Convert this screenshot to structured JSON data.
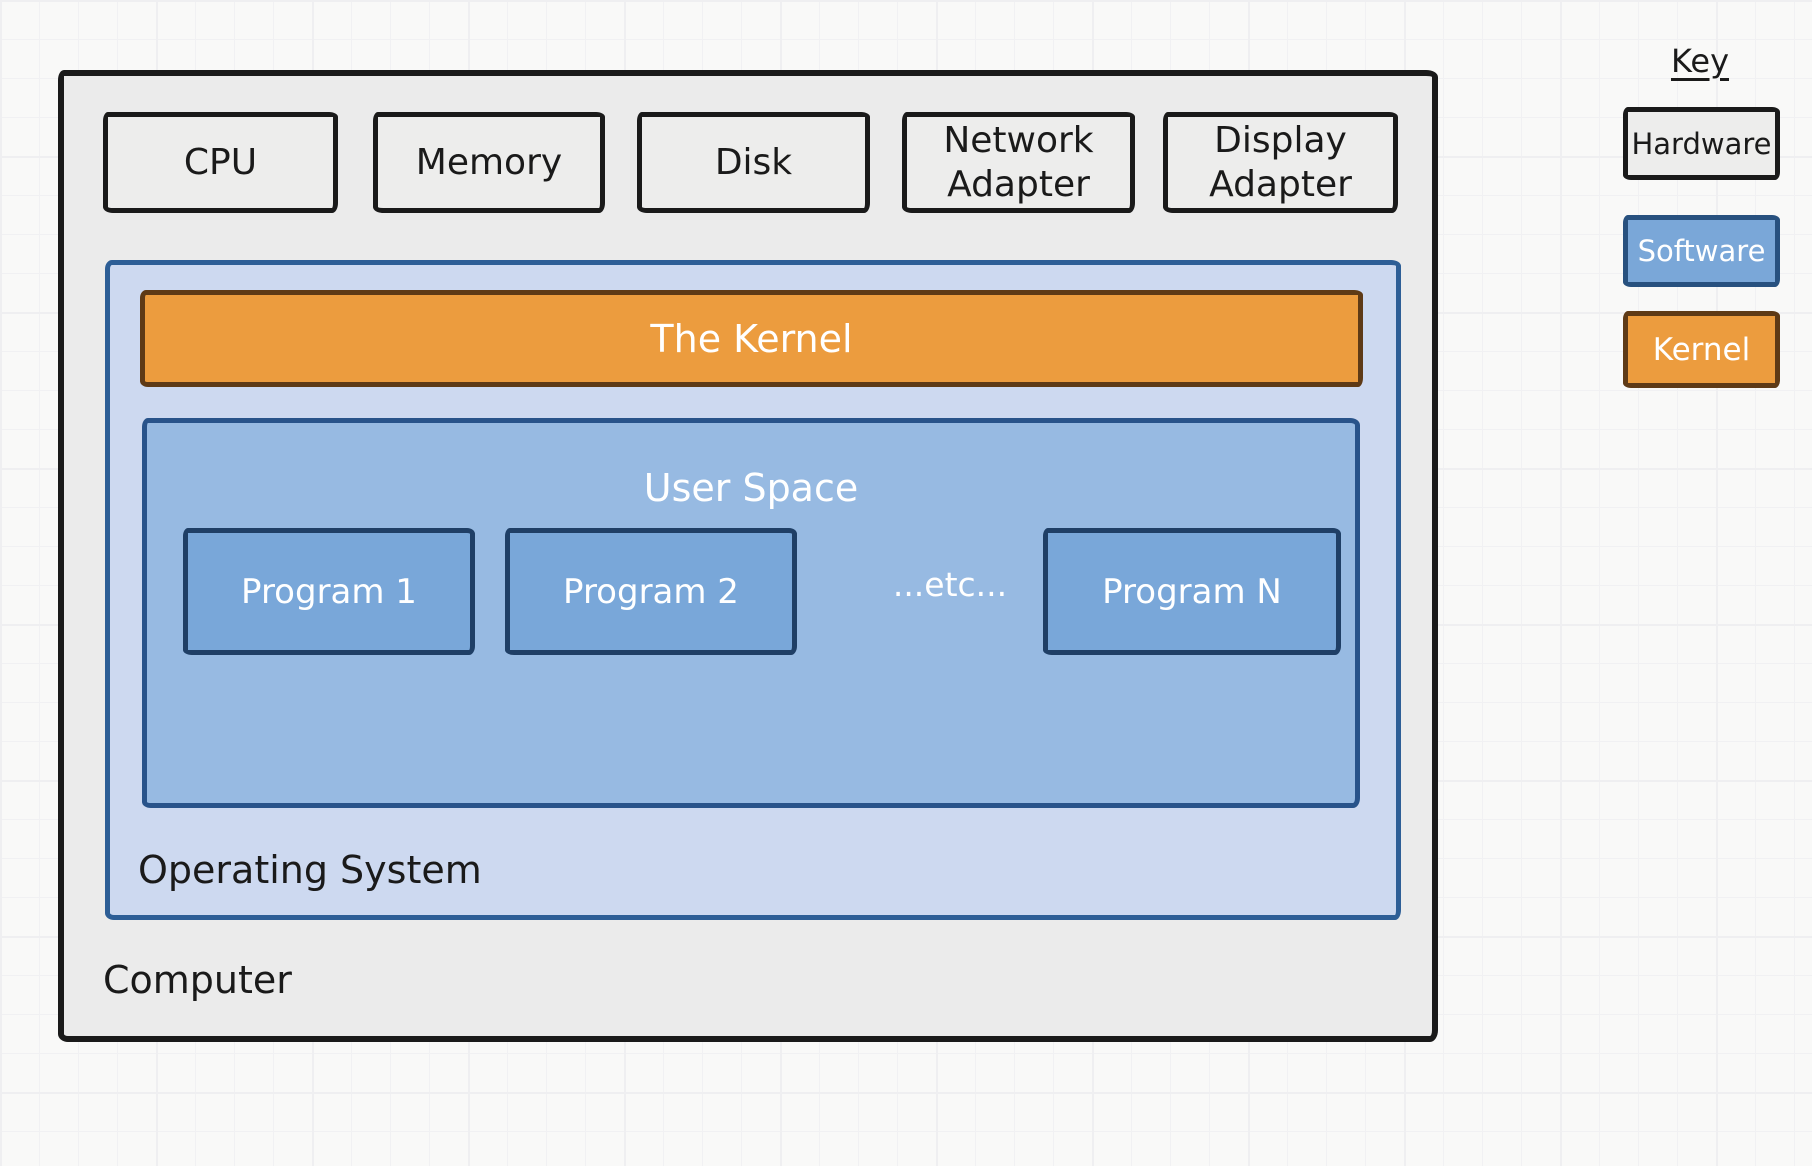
{
  "diagram": {
    "computer_label": "Computer",
    "os_label": "Operating System",
    "kernel_label": "The Kernel",
    "user_space_label": "User Space",
    "etc_label": "...etc...",
    "hardware_boxes": [
      {
        "label": "CPU"
      },
      {
        "label": "Memory"
      },
      {
        "label": "Disk"
      },
      {
        "label": "Network Adapter"
      },
      {
        "label": "Display Adapter"
      }
    ],
    "programs": [
      {
        "label": "Program 1"
      },
      {
        "label": "Program 2"
      },
      {
        "label": "Program N"
      }
    ]
  },
  "key": {
    "title": "Key",
    "items": [
      {
        "label": "Hardware",
        "type": "hardware"
      },
      {
        "label": "Software",
        "type": "software"
      },
      {
        "label": "Kernel",
        "type": "kernel"
      }
    ]
  },
  "colors": {
    "canvas-bg": "#f9f9f8",
    "ink": "#1a1a1a",
    "hardware-fill": "#ededec",
    "hardware-border": "#1a1a1a",
    "os-fill": "#cdd9f0",
    "os-border": "#2d5e96",
    "user-space-fill": "#97bae2",
    "user-space-border": "#28538a",
    "program-fill": "#79a7d9",
    "program-border": "#1f3f66",
    "kernel-fill": "#ec9c3e",
    "kernel-border": "#5e3a16",
    "software-fill": "#7aa7d8",
    "software-border": "#28517f"
  }
}
